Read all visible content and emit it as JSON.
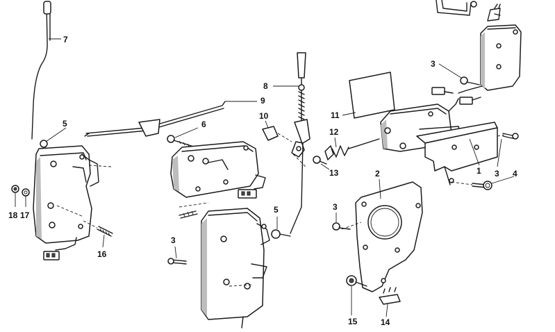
{
  "diagram": {
    "callouts": [
      {
        "id": "c7",
        "label": "7"
      },
      {
        "id": "c5a",
        "label": "5"
      },
      {
        "id": "c18",
        "label": "18"
      },
      {
        "id": "c17",
        "label": "17"
      },
      {
        "id": "c16",
        "label": "16"
      },
      {
        "id": "c6",
        "label": "6"
      },
      {
        "id": "c9",
        "label": "9"
      },
      {
        "id": "c10",
        "label": "10"
      },
      {
        "id": "c8",
        "label": "8"
      },
      {
        "id": "c3a",
        "label": "3"
      },
      {
        "id": "c5b",
        "label": "5"
      },
      {
        "id": "c12",
        "label": "12"
      },
      {
        "id": "c13",
        "label": "13"
      },
      {
        "id": "c11",
        "label": "11"
      },
      {
        "id": "c2",
        "label": "2"
      },
      {
        "id": "c3b",
        "label": "3"
      },
      {
        "id": "c15",
        "label": "15"
      },
      {
        "id": "c14",
        "label": "14"
      },
      {
        "id": "c3c",
        "label": "3"
      },
      {
        "id": "c1",
        "label": "1"
      },
      {
        "id": "c3d",
        "label": "3"
      },
      {
        "id": "c4",
        "label": "4"
      }
    ]
  }
}
